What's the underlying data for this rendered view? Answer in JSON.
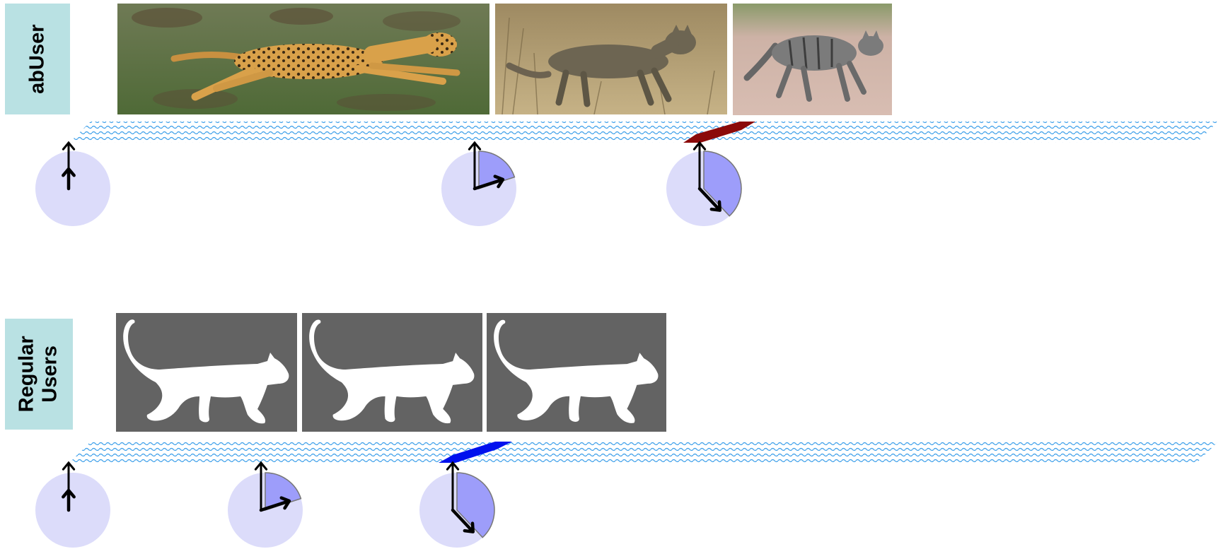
{
  "groups": [
    {
      "id": "abuser",
      "label": "abUser",
      "frames": [
        {
          "subject": "cheetah running",
          "kind": "photo"
        },
        {
          "subject": "wild cat walking in dry grass",
          "kind": "photo"
        },
        {
          "subject": "striped wild cat walking on dirt",
          "kind": "photo"
        }
      ],
      "clock_fractions": [
        0,
        0.2,
        0.38
      ],
      "marker_color": "#8b0a0a"
    },
    {
      "id": "regular",
      "label": "Regular Users",
      "label_lines": [
        "Regular",
        "Users"
      ],
      "frames": [
        {
          "subject": "cat silhouette",
          "kind": "silhouette"
        },
        {
          "subject": "cat silhouette",
          "kind": "silhouette"
        },
        {
          "subject": "cat silhouette",
          "kind": "silhouette"
        }
      ],
      "clock_fractions": [
        0,
        0.2,
        0.38
      ],
      "marker_color": "#0011ee"
    }
  ],
  "colors": {
    "label_bg": "#b9e1e3",
    "clock_face": "#dcdcfa",
    "clock_elapsed": "#9d9dfa",
    "track_pattern": "#3ea0ea",
    "silhouette_bg": "#636363"
  }
}
